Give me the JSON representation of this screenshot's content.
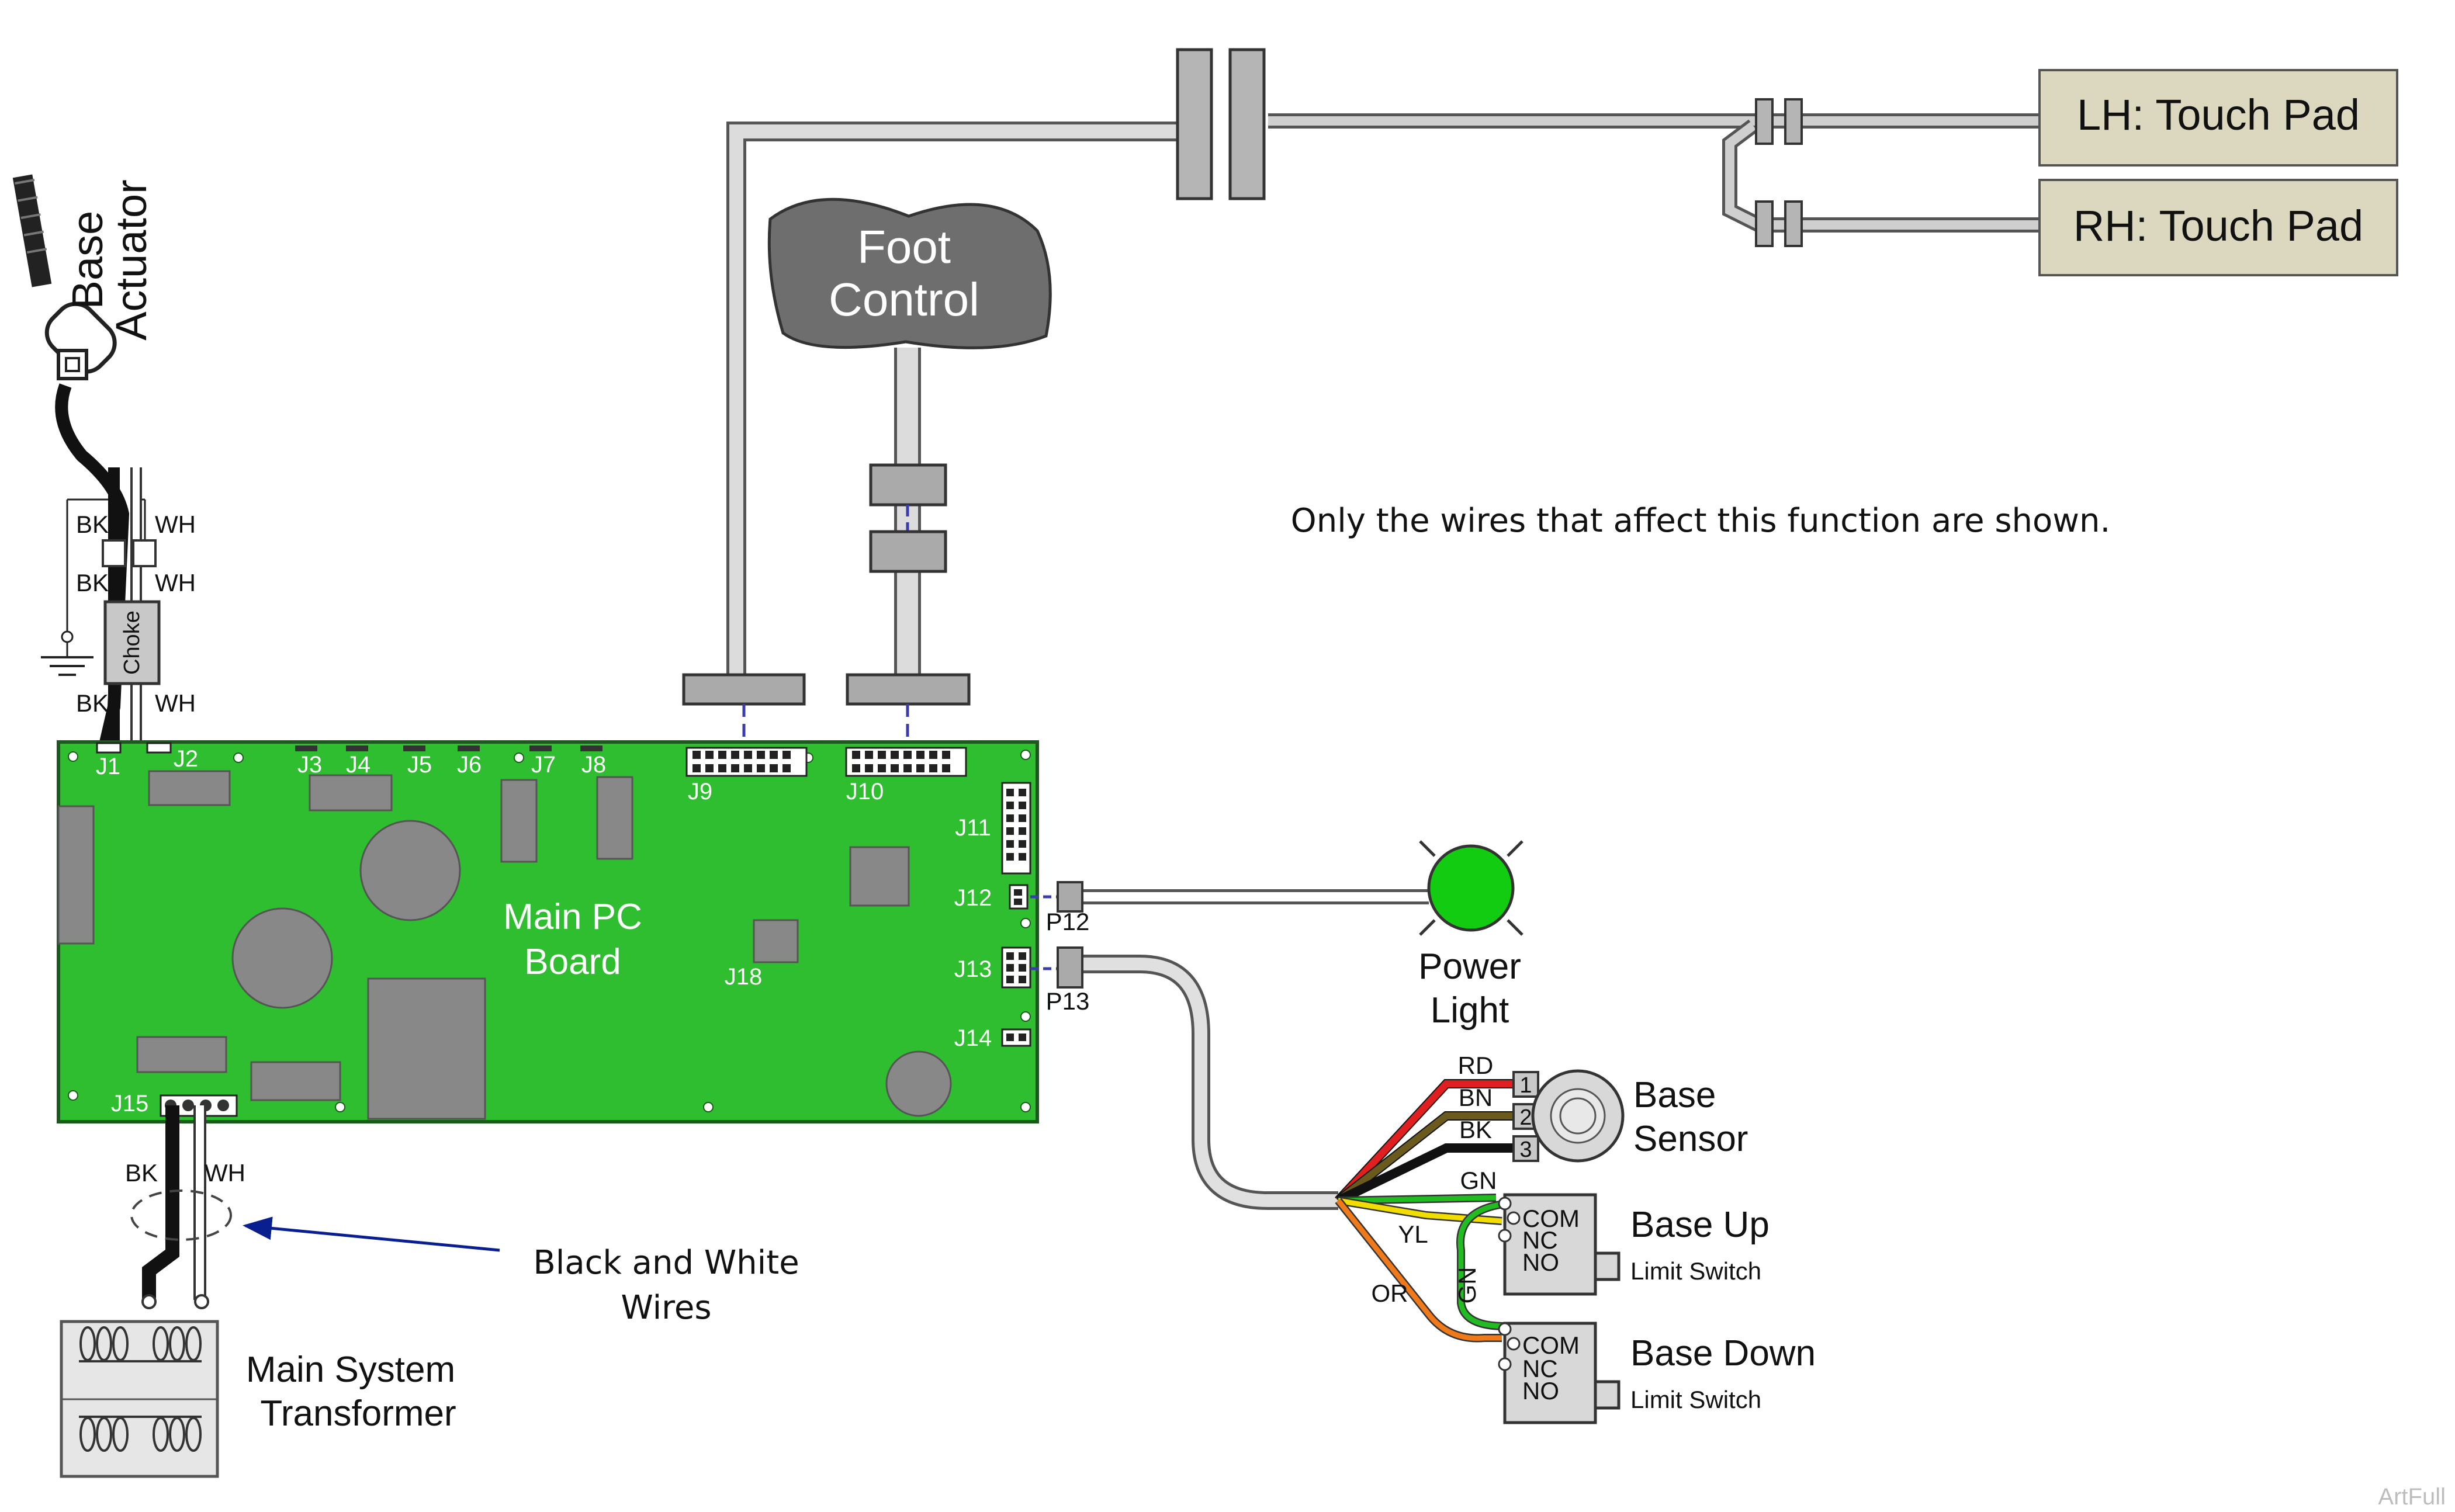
{
  "note": "Only the wires that affect this function are shown.",
  "watermark": "ArtFull",
  "colors": {
    "board": "#2fbe2f",
    "component": "#888888",
    "cable_gray": "#c8c8c8",
    "touchpad_fill": "#dcd8c0",
    "power_light": "#11cc11",
    "wire_red": "#e02020",
    "wire_brown": "#6b5a1e",
    "wire_black": "#111111",
    "wire_green": "#22bb22",
    "wire_yellow": "#f2dd00",
    "wire_orange": "#f07a1a",
    "arrow_blue": "#0a1f8f"
  },
  "labels": {
    "base_actuator_line1": "Base",
    "base_actuator_line2": "Actuator",
    "choke": "Choke",
    "foot_control_line1": "Foot",
    "foot_control_line2": "Control",
    "lh_touch_pad": "LH: Touch Pad",
    "rh_touch_pad": "RH: Touch Pad",
    "main_pc_line1": "Main PC",
    "main_pc_line2": "Board",
    "power_light_line1": "Power",
    "power_light_line2": "Light",
    "base_sensor_line1": "Base",
    "base_sensor_line2": "Sensor",
    "base_up_line1": "Base Up",
    "base_up_line2": "Limit Switch",
    "base_down_line1": "Base Down",
    "base_down_line2": "Limit Switch",
    "bw_wires_line1": "Black and White",
    "bw_wires_line2": "Wires",
    "transformer_line1": "Main System",
    "transformer_line2": "Transformer"
  },
  "wire_labels": {
    "bk": "BK",
    "wh": "WH",
    "rd": "RD",
    "bn": "BN",
    "gn": "GN",
    "yl": "YL",
    "or": "OR"
  },
  "connectors": {
    "j1": "J1",
    "j2": "J2",
    "j3": "J3",
    "j4": "J4",
    "j5": "J5",
    "j6": "J6",
    "j7": "J7",
    "j8": "J8",
    "j9": "J9",
    "j10": "J10",
    "j11": "J11",
    "j12": "J12",
    "j13": "J13",
    "j14": "J14",
    "j15": "J15",
    "j18": "J18",
    "p12": "P12",
    "p13": "P13"
  },
  "sensor_pins": [
    "1",
    "2",
    "3"
  ],
  "switch_pins": {
    "com": "COM",
    "nc": "NC",
    "no": "NO"
  }
}
